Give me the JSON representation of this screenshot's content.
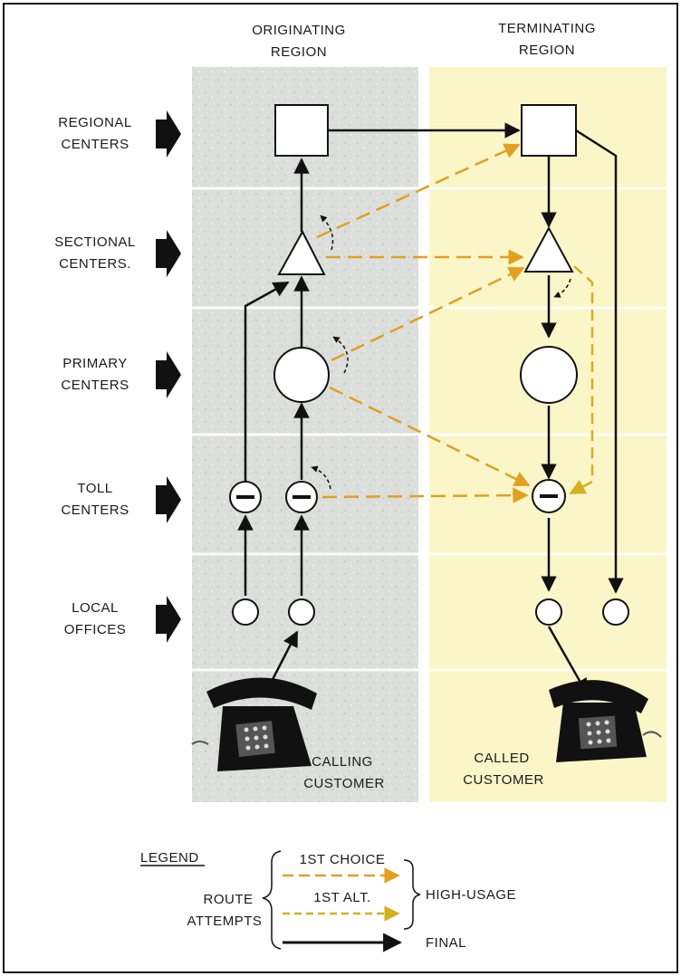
{
  "headers": {
    "originating": [
      "ORIGINATING",
      "REGION"
    ],
    "terminating": [
      "TERMINATING",
      "REGION"
    ]
  },
  "levels": [
    {
      "key": "regional",
      "lines": [
        "REGIONAL",
        "CENTERS"
      ]
    },
    {
      "key": "sectional",
      "lines": [
        "SECTIONAL",
        "CENTERS."
      ]
    },
    {
      "key": "primary",
      "lines": [
        "PRIMARY",
        "CENTERS"
      ]
    },
    {
      "key": "toll",
      "lines": [
        "TOLL",
        "CENTERS"
      ]
    },
    {
      "key": "local",
      "lines": [
        "LOCAL",
        "OFFICES"
      ]
    }
  ],
  "customers": {
    "calling": [
      "CALLING",
      "CUSTOMER"
    ],
    "called": [
      "CALLED",
      "CUSTOMER"
    ]
  },
  "legend": {
    "title": "LEGEND",
    "route_attempts": [
      "ROUTE",
      "ATTEMPTS"
    ],
    "first_choice": "1ST CHOICE",
    "first_alt": "1ST ALT.",
    "high_usage": "HIGH-USAGE",
    "final": "FINAL"
  },
  "colors": {
    "originating_region": "#d9dcd8",
    "terminating_region": "#fbf6c8",
    "first_choice": "#e0a020",
    "first_alt": "#d4b020",
    "final": "#111111"
  }
}
